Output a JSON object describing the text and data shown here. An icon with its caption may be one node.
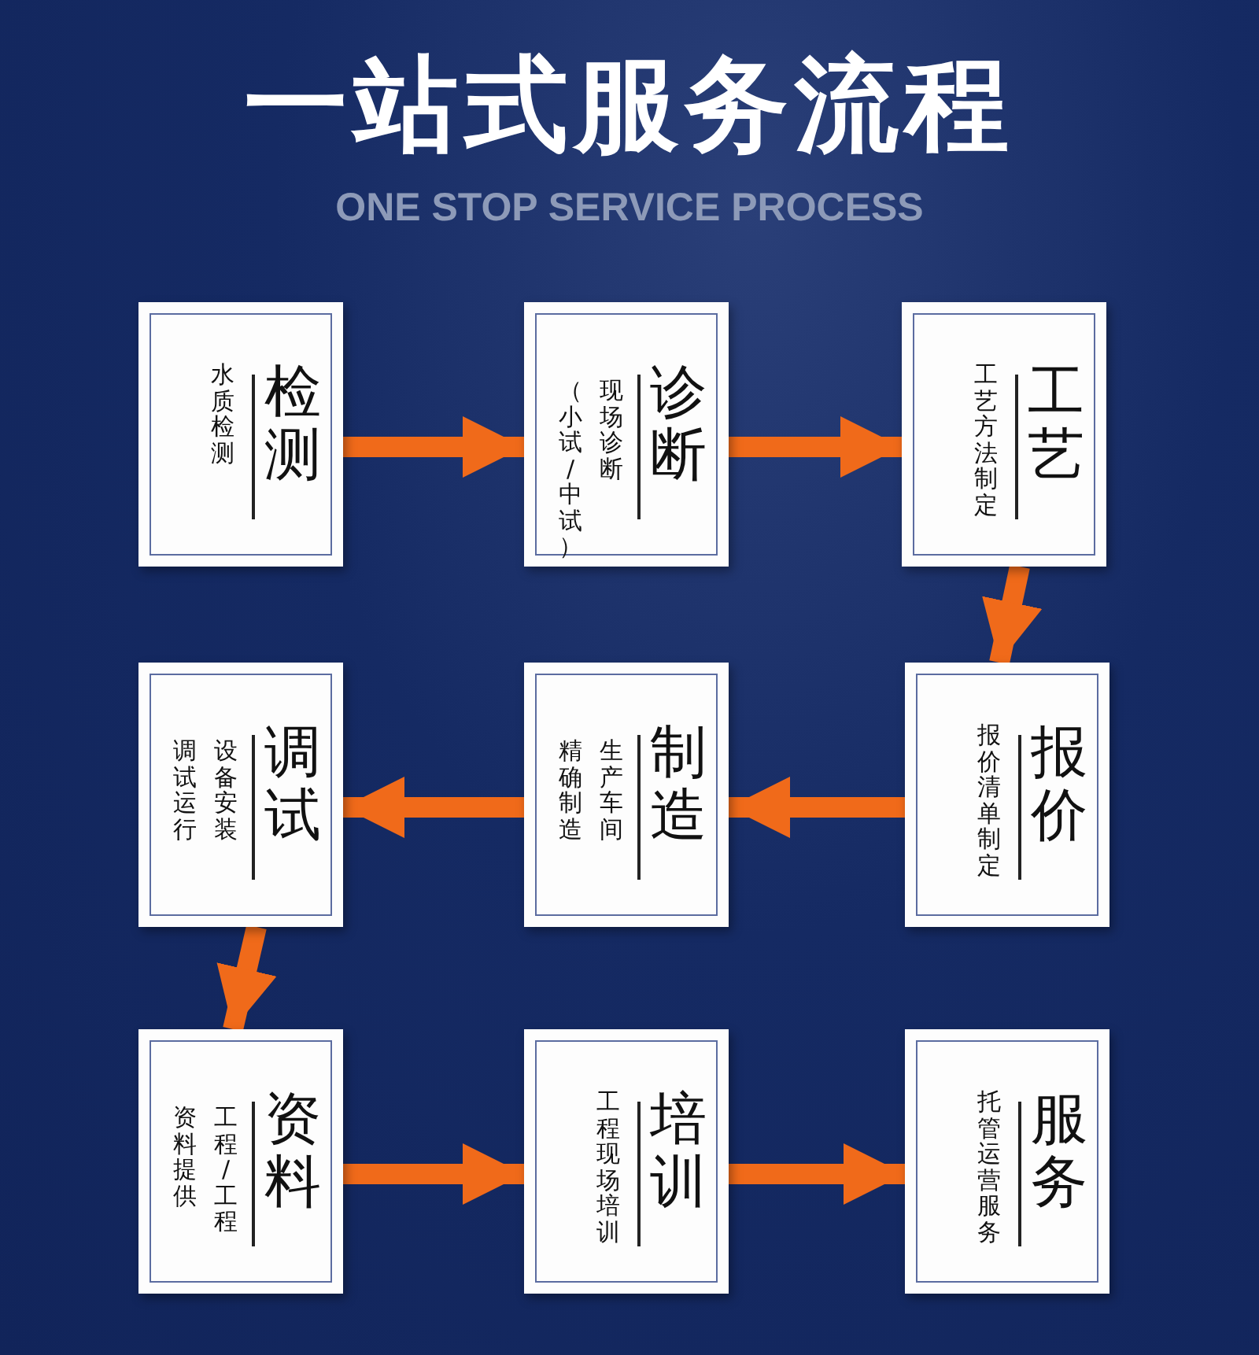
{
  "diagram": {
    "title": "一站式服务流程",
    "nodes": [
      {
        "text": [
          "水质检测",
          "检测"
        ]
      },
      {
        "text": [
          "（小试/中试）",
          "现场诊断",
          "诊断"
        ]
      },
      {
        "text": [
          "工艺方法制定",
          "工艺"
        ]
      },
      {
        "text": [
          "报价清单制定",
          "报价"
        ]
      },
      {
        "text": [
          "精确制造",
          "生产车间",
          "制造"
        ]
      },
      {
        "text": [
          "调试运行",
          "设备安装",
          "调试"
        ]
      },
      {
        "text": [
          "资料提供",
          "工程/工程",
          "资料"
        ]
      },
      {
        "text": [
          "工程现场培训",
          "培训"
        ]
      },
      {
        "text": [
          "托管运营服务",
          "服务"
        ]
      }
    ],
    "edges": [
      {
        "from": 0,
        "to": 1,
        "arrow": "to"
      },
      {
        "from": 1,
        "to": 2,
        "arrow": "to"
      },
      {
        "from": 2,
        "to": 3,
        "arrow": "to"
      },
      {
        "from": 3,
        "to": 4,
        "arrow": "to"
      },
      {
        "from": 4,
        "to": 5,
        "arrow": "to"
      },
      {
        "from": 5,
        "to": 6,
        "arrow": "to"
      },
      {
        "from": 6,
        "to": 7,
        "arrow": "to"
      },
      {
        "from": 7,
        "to": 8,
        "arrow": "to"
      }
    ],
    "labels": [
      "ONE STOP SERVICE PROCESS"
    ]
  }
}
